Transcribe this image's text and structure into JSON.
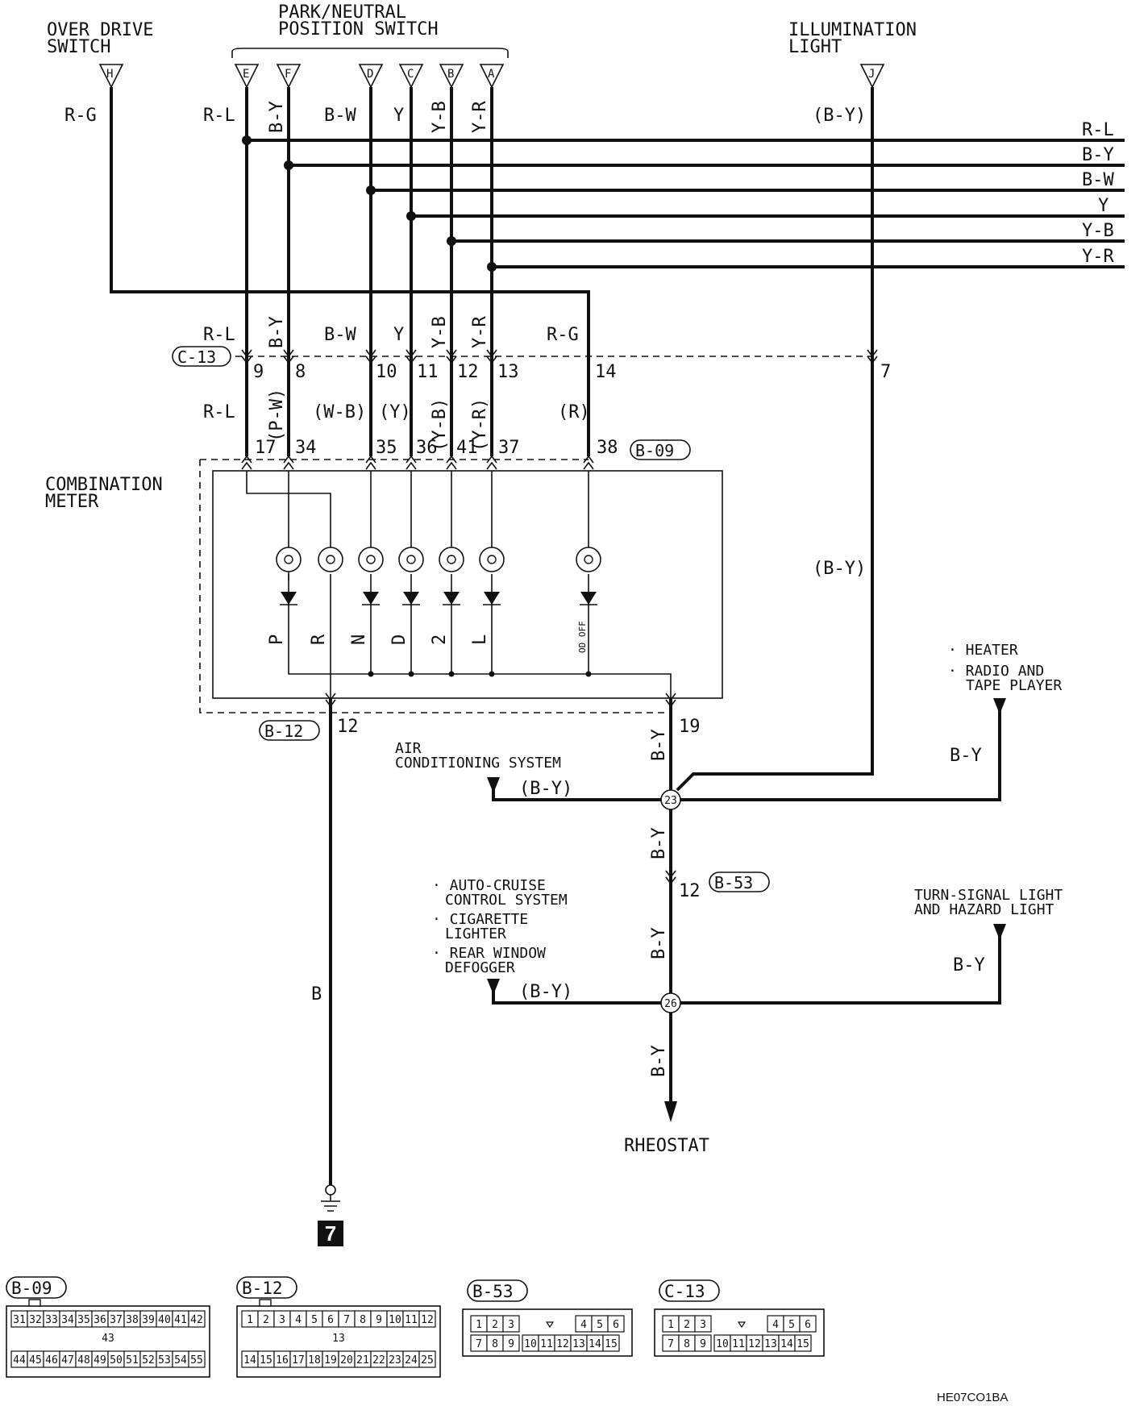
{
  "components": {
    "overdrive_switch": [
      "OVER DRIVE",
      "SWITCH"
    ],
    "park_neutral_switch": [
      "PARK/NEUTRAL",
      "POSITION SWITCH"
    ],
    "illumination_light": [
      "ILLUMINATION",
      "LIGHT"
    ],
    "combination_meter": [
      "COMBINATION",
      "METER"
    ],
    "rheostat": "RHEOSTAT",
    "air_conditioning": [
      "AIR",
      "CONDITIONING SYSTEM"
    ],
    "heater_radio": [
      "· HEATER",
      "· RADIO AND",
      "TAPE PLAYER"
    ],
    "auto_cruise": [
      "· AUTO-CRUISE",
      "CONTROL SYSTEM",
      "· CIGARETTE",
      "LIGHTER",
      "· REAR WINDOW",
      "DEFOGGER"
    ],
    "turn_signal": [
      "TURN-SIGNAL LIGHT",
      "AND HAZARD LIGHT"
    ],
    "ground_number": "7"
  },
  "terminals": [
    "H",
    "E",
    "F",
    "D",
    "C",
    "B",
    "A",
    "J"
  ],
  "wire_colors": {
    "top": [
      "R-G",
      "R-L",
      "B-Y",
      "B-W",
      "Y",
      "Y-B",
      "Y-R",
      "(B-Y)"
    ],
    "right_bus": [
      "R-L",
      "B-Y",
      "B-W",
      "Y",
      "Y-B",
      "Y-R"
    ],
    "mid": [
      "R-L",
      "B-Y",
      "B-W",
      "Y",
      "Y-B",
      "Y-R",
      "R-G"
    ],
    "lower": [
      "R-L",
      "(P-W)",
      "(W-B)",
      "(Y)",
      "(Y-B)",
      "(Y-R)",
      "(R)"
    ],
    "illum_mid": "(B-Y)",
    "vertical_by": [
      "B-Y",
      "B-Y",
      "B-Y",
      "B-Y"
    ],
    "ground_wire": "B",
    "ac_branch": "(B-Y)",
    "heater_branch": "B-Y",
    "cruise_branch": "(B-Y)",
    "turn_branch": "B-Y"
  },
  "connectors": {
    "c13": "C-13",
    "b09": "B-09",
    "b12": "B-12",
    "b53": "B-53",
    "c13_pins": [
      "9",
      "8",
      "10",
      "11",
      "12",
      "13",
      "14",
      "7"
    ],
    "b09_pins": [
      "17",
      "34",
      "35",
      "36",
      "41",
      "37",
      "38"
    ],
    "b12_pin": "12",
    "meter_pin_19": "19",
    "b53_pin": "12"
  },
  "splices": [
    "23",
    "26"
  ],
  "indicators": [
    "P",
    "R",
    "N",
    "D",
    "2",
    "L",
    "OD OFF"
  ],
  "connector_faces": {
    "b09": {
      "label": "B-09",
      "row1": [
        "31",
        "32",
        "33",
        "34",
        "35",
        "36",
        "37",
        "38",
        "39",
        "40",
        "41",
        "42"
      ],
      "middle": "43",
      "row2": [
        "44",
        "45",
        "46",
        "47",
        "48",
        "49",
        "50",
        "51",
        "52",
        "53",
        "54",
        "55"
      ]
    },
    "b12": {
      "label": "B-12",
      "row1": [
        "1",
        "2",
        "3",
        "4",
        "5",
        "6",
        "7",
        "8",
        "9",
        "10",
        "11",
        "12"
      ],
      "middle": "13",
      "row2": [
        "14",
        "15",
        "16",
        "17",
        "18",
        "19",
        "20",
        "21",
        "22",
        "23",
        "24",
        "25"
      ]
    },
    "b53": {
      "label": "B-53",
      "row1": [
        "1",
        "2",
        "3",
        "4",
        "5",
        "6"
      ],
      "row2": [
        "7",
        "8",
        "9",
        "10",
        "11",
        "12",
        "13",
        "14",
        "15"
      ]
    },
    "c13": {
      "label": "C-13",
      "row1": [
        "1",
        "2",
        "3",
        "4",
        "5",
        "6"
      ],
      "row2": [
        "7",
        "8",
        "9",
        "10",
        "11",
        "12",
        "13",
        "14",
        "15"
      ]
    }
  },
  "figure_code": "HE07CO1BA"
}
